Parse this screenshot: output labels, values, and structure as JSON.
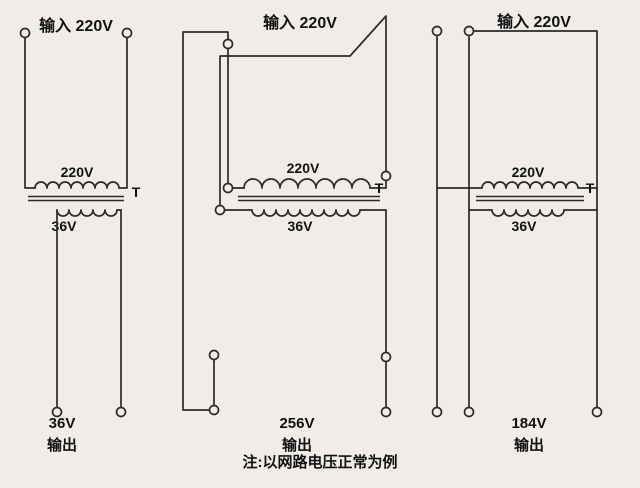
{
  "colors": {
    "background": "#f0ede8",
    "line": "#2a2a2a",
    "text": "#111111"
  },
  "note": "注:以网路电压正常为例",
  "circuits": [
    {
      "name": "isolated-output-36v",
      "input_label": "输入 220V",
      "primary_voltage": "220V",
      "secondary_voltage": "36V",
      "transformer_label": "T",
      "output_voltage": "36V",
      "output_word": "输出"
    },
    {
      "name": "boost-output-256v",
      "input_label": "输入 220V",
      "primary_voltage": "220V",
      "secondary_voltage": "36V",
      "transformer_label": "T",
      "output_voltage": "256V",
      "output_word": "输出"
    },
    {
      "name": "buck-output-184v",
      "input_label": "输入 220V",
      "primary_voltage": "220V",
      "secondary_voltage": "36V",
      "transformer_label": "T",
      "output_voltage": "184V",
      "output_word": "输出"
    }
  ]
}
